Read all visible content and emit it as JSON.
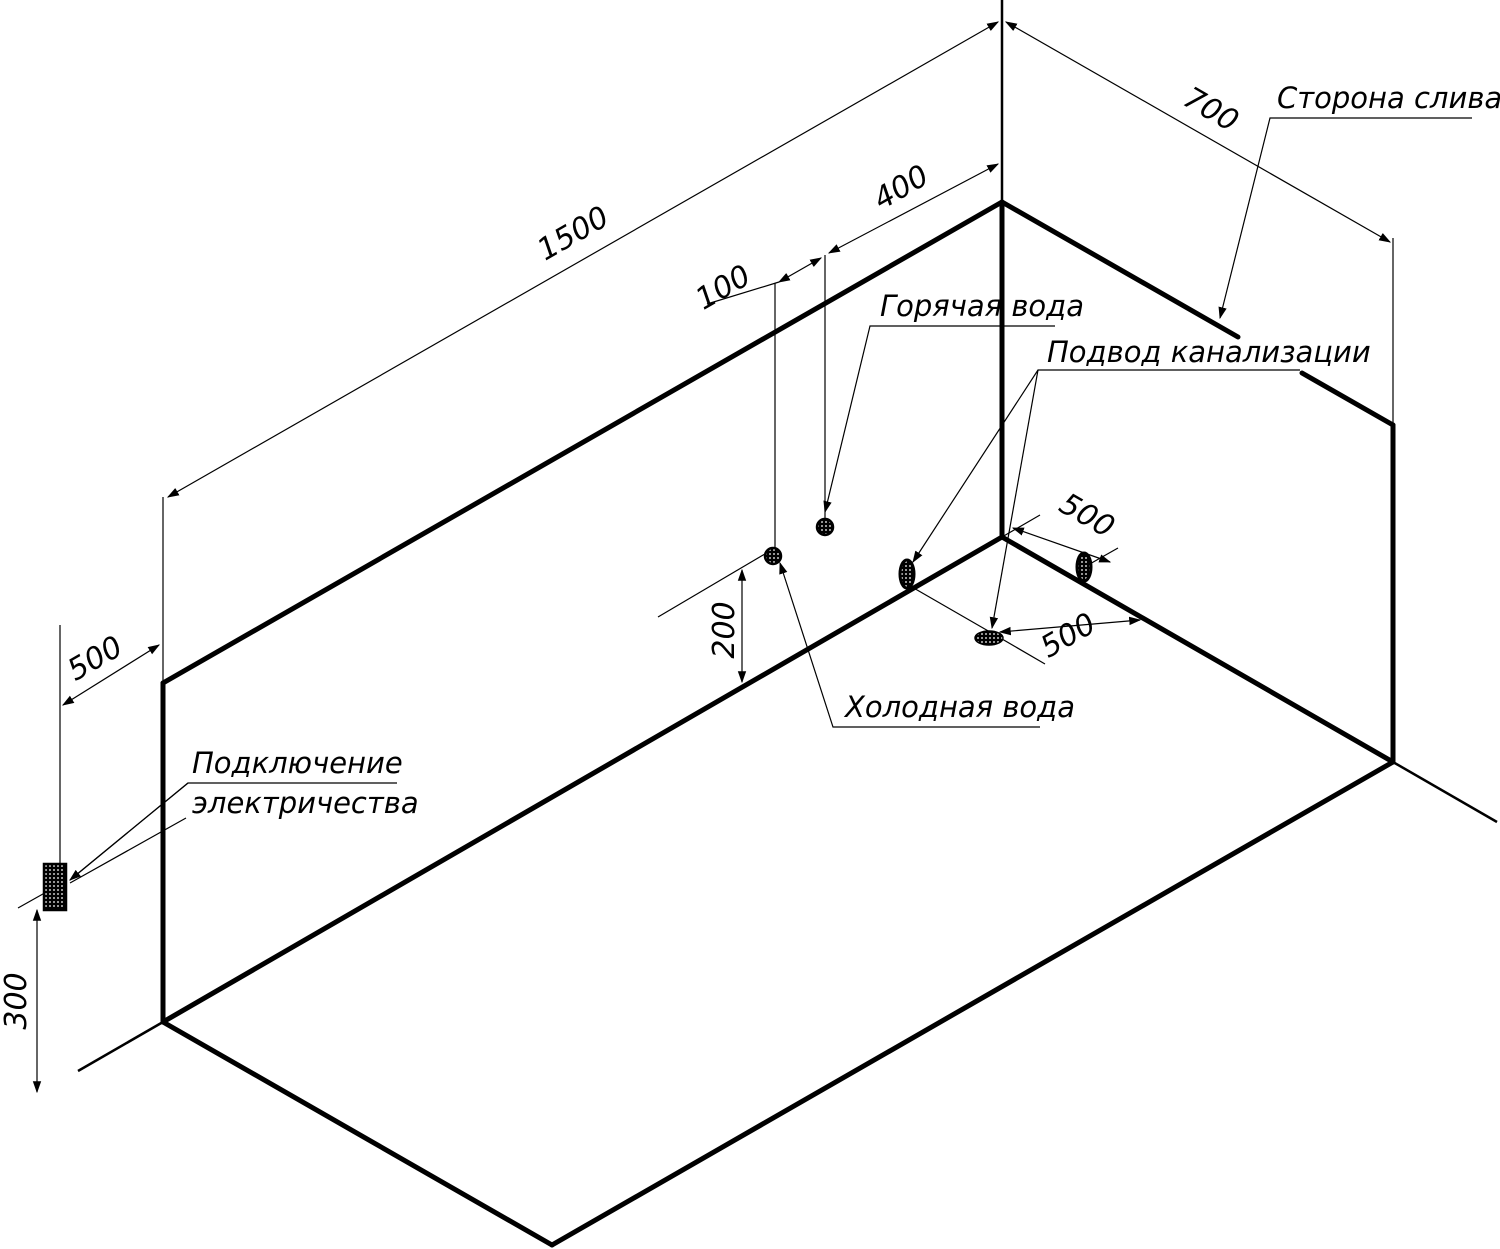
{
  "labels": {
    "drain_side": "Сторона слива",
    "hot_water": "Горячая вода",
    "sewer_supply": "Подвод канализации",
    "cold_water": "Холодная вода",
    "electric_line1": "Подключение",
    "electric_line2": "электричества"
  },
  "dimensions": {
    "length": "1500",
    "width": "700",
    "hot_offset": "400",
    "pipe_spacing": "100",
    "pipe_height": "200",
    "drain_from_wall": "500",
    "drain_from_side": "500",
    "electric_offset": "500",
    "electric_height": "300"
  },
  "colors": {
    "line": "#000000",
    "background": "#ffffff"
  }
}
